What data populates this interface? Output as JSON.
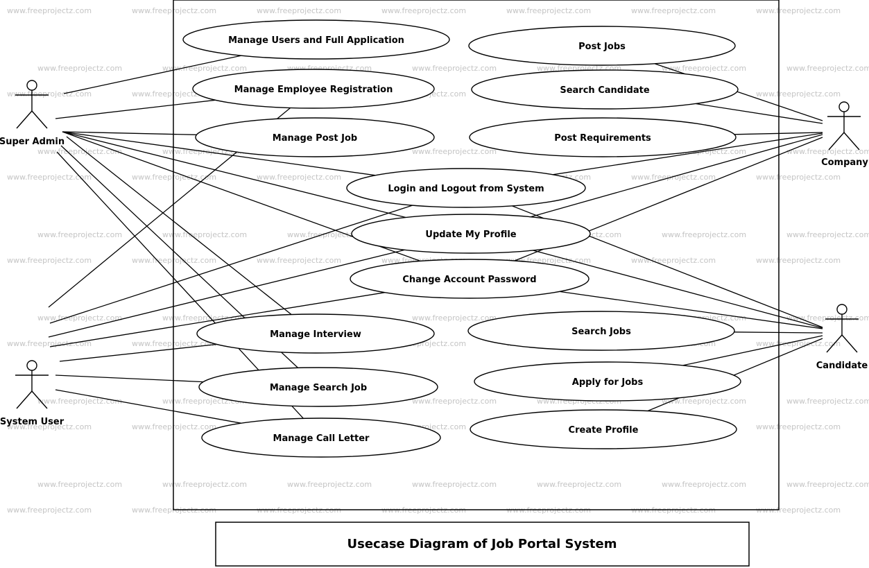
{
  "title": "Usecase Diagram of Job Portal System",
  "watermark": "www.freeprojectz.com",
  "actors": [
    {
      "id": "super_admin",
      "label": "Super Admin"
    },
    {
      "id": "system_user",
      "label": "System User"
    },
    {
      "id": "company",
      "label": "Company"
    },
    {
      "id": "candidate",
      "label": "Candidate"
    }
  ],
  "use_cases": [
    {
      "id": "manage_users",
      "label": "Manage Users and Full Application"
    },
    {
      "id": "manage_employee_registration",
      "label": "Manage Employee Registration"
    },
    {
      "id": "manage_post_job",
      "label": "Manage Post Job"
    },
    {
      "id": "login_logout",
      "label": "Login and Logout from System"
    },
    {
      "id": "update_profile",
      "label": "Update My Profile"
    },
    {
      "id": "change_password",
      "label": "Change Account Password"
    },
    {
      "id": "manage_interview",
      "label": "Manage Interview"
    },
    {
      "id": "manage_search_job",
      "label": "Manage Search Job"
    },
    {
      "id": "manage_call_letter",
      "label": "Manage Call Letter"
    },
    {
      "id": "post_jobs",
      "label": "Post Jobs"
    },
    {
      "id": "search_candidate",
      "label": "Search Candidate"
    },
    {
      "id": "post_requirements",
      "label": "Post Requirements"
    },
    {
      "id": "search_jobs",
      "label": "Search Jobs"
    },
    {
      "id": "apply_jobs",
      "label": "Apply for Jobs"
    },
    {
      "id": "create_profile",
      "label": "Create Profile"
    }
  ],
  "associations": [
    [
      "super_admin",
      "manage_users"
    ],
    [
      "super_admin",
      "manage_employee_registration"
    ],
    [
      "super_admin",
      "manage_post_job"
    ],
    [
      "super_admin",
      "login_logout"
    ],
    [
      "super_admin",
      "update_profile"
    ],
    [
      "super_admin",
      "change_password"
    ],
    [
      "super_admin",
      "manage_interview"
    ],
    [
      "super_admin",
      "manage_search_job"
    ],
    [
      "super_admin",
      "manage_call_letter"
    ],
    [
      "system_user",
      "manage_employee_registration"
    ],
    [
      "system_user",
      "login_logout"
    ],
    [
      "system_user",
      "update_profile"
    ],
    [
      "system_user",
      "change_password"
    ],
    [
      "system_user",
      "manage_interview"
    ],
    [
      "system_user",
      "manage_search_job"
    ],
    [
      "system_user",
      "manage_call_letter"
    ],
    [
      "company",
      "post_jobs"
    ],
    [
      "company",
      "search_candidate"
    ],
    [
      "company",
      "post_requirements"
    ],
    [
      "company",
      "login_logout"
    ],
    [
      "company",
      "update_profile"
    ],
    [
      "company",
      "change_password"
    ],
    [
      "candidate",
      "login_logout"
    ],
    [
      "candidate",
      "update_profile"
    ],
    [
      "candidate",
      "change_password"
    ],
    [
      "candidate",
      "search_jobs"
    ],
    [
      "candidate",
      "apply_jobs"
    ],
    [
      "candidate",
      "create_profile"
    ]
  ]
}
